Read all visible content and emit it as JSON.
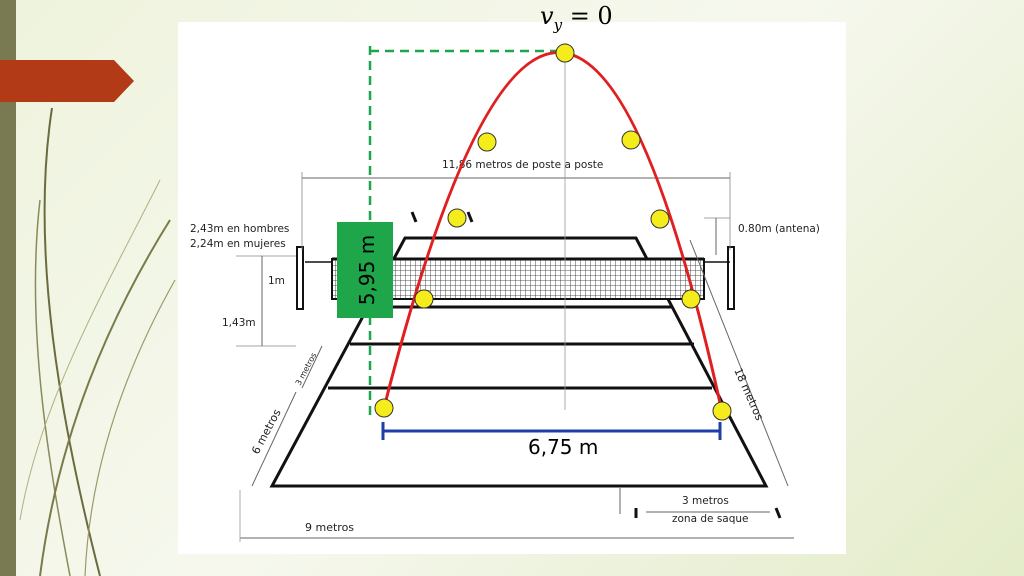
{
  "labels": {
    "vy_var": "v",
    "vy_sub": "y",
    "vy_equals": "= 0",
    "post_to_post": "11,86 metros de poste a poste",
    "height_men": "2,43m en hombres",
    "height_women": "2,24m en mujeres",
    "antenna": "0.80m (antena)",
    "one_m": "1m",
    "one_43": "1,43m",
    "three_m_small": "3 metros",
    "six_m": "6 metros",
    "eighteen_m": "18 metros",
    "three_m_serve": "3 metros",
    "serve_zone": "zona de saque",
    "nine_m": "9 metros",
    "height_box": "5,95 m",
    "distance_label": "6,75 m"
  },
  "colors": {
    "trajectory": "#e02020",
    "ball": "#f5ec1c",
    "height_box": "#1fa54a",
    "distance_line": "#1f3fa8",
    "guide": "#1fa54a"
  }
}
